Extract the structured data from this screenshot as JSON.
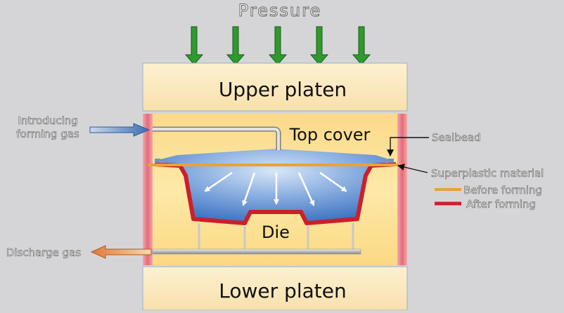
{
  "diagram": {
    "title": "Pressure",
    "labels": {
      "upper_platen": "Upper platen",
      "lower_platen": "Lower platen",
      "top_cover": "Top cover",
      "die": "Die",
      "introducing_gas_line1": "Introducing",
      "introducing_gas_line2": "forming gas",
      "discharge_gas": "Discharge gas",
      "sealbead": "Sealbead",
      "superplastic_material": "Superplastic material"
    },
    "legend": {
      "before_forming": "Before forming",
      "after_forming": "After forming"
    },
    "colors": {
      "background": "#d5d5d7",
      "platen": "#fbe8c0",
      "chamber": "#fce393",
      "side_wall": "#e87d87",
      "pressure_arrow": "#2f9a2f",
      "inlet_arrow": "#3b6fb2",
      "outlet_arrow": "#e0783a",
      "before_forming": "#e8a23a",
      "after_forming": "#cc1f2a",
      "formed_region": "#4f86cf"
    },
    "pressure_arrow_count": 5
  }
}
